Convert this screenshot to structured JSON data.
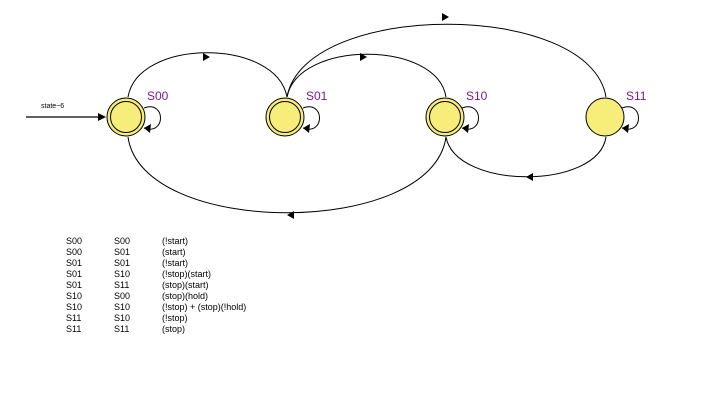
{
  "diagram": {
    "reset_label": "state~6",
    "colors": {
      "node_fill": "#f6ed7a",
      "node_stroke": "#000000",
      "label": "#7a1a8c",
      "edge": "#000000"
    },
    "states": [
      {
        "id": "S00",
        "label": "S00",
        "initial": true,
        "double": true
      },
      {
        "id": "S01",
        "label": "S01",
        "initial": false,
        "double": true
      },
      {
        "id": "S10",
        "label": "S10",
        "initial": false,
        "double": true
      },
      {
        "id": "S11",
        "label": "S11",
        "initial": false,
        "double": false
      }
    ]
  },
  "transitions": [
    {
      "source": "S00",
      "destination": "S00",
      "condition": "(!start)"
    },
    {
      "source": "S00",
      "destination": "S01",
      "condition": "(start)"
    },
    {
      "source": "S01",
      "destination": "S01",
      "condition": "(!start)"
    },
    {
      "source": "S01",
      "destination": "S10",
      "condition": "(!stop)(start)"
    },
    {
      "source": "S01",
      "destination": "S11",
      "condition": "(stop)(start)"
    },
    {
      "source": "S10",
      "destination": "S00",
      "condition": "(stop)(hold)"
    },
    {
      "source": "S10",
      "destination": "S10",
      "condition": "(!stop) + (stop)(!hold)"
    },
    {
      "source": "S11",
      "destination": "S10",
      "condition": "(!stop)"
    },
    {
      "source": "S11",
      "destination": "S11",
      "condition": "(stop)"
    }
  ]
}
